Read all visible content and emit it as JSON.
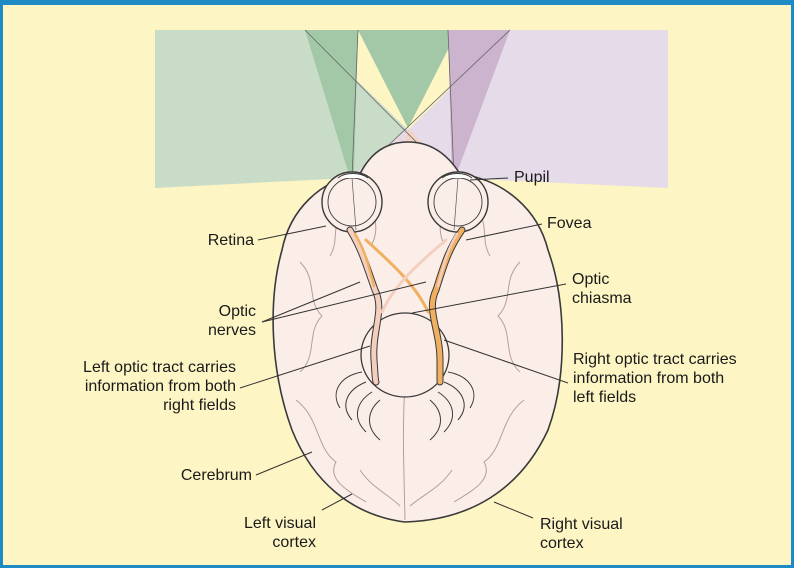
{
  "labels": {
    "pupil": "Pupil",
    "fovea": "Fovea",
    "retina": "Retina",
    "optic_chiasma": "Optic\nchiasma",
    "optic_nerves": "Optic\nnerves",
    "left_tract": "Left optic tract carries\ninformation from both\nright fields",
    "right_tract": "Right optic tract carries\ninformation from both\nleft fields",
    "cerebrum": "Cerebrum",
    "left_cortex": "Left visual\ncortex",
    "right_cortex": "Right visual\ncortex"
  },
  "colors": {
    "background": "#fdf5c4",
    "border": "#1f8bc4",
    "left_field": "#c9dcc8",
    "right_field": "#e6dbe8",
    "left_center_field": "#a2c8a8",
    "right_center_field": "#ccb4cf",
    "lower_left_overlap": "#e8d8e4",
    "lower_right_overlap": "#f3d3c4",
    "brain_fill": "#fbeee9",
    "brain_outline": "#3a3a3a",
    "right_pathway": "#f0b060",
    "left_pathway": "#f4cfc0",
    "leader_line": "#333333"
  }
}
